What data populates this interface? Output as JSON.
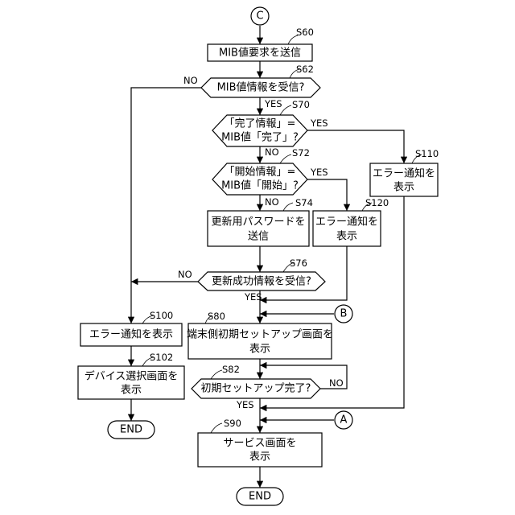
{
  "nodes": {
    "connector_c": "C",
    "connector_b": "B",
    "connector_a": "A",
    "s60": "MIB値要求を送信",
    "s62": "MIB値情報を受信?",
    "s70_line1": "「完了情報」=",
    "s70_line2": "MIB値「完了」?",
    "s72_line1": "「開始情報」=",
    "s72_line2": "MIB値「開始」?",
    "s74_line1": "更新用パスワードを",
    "s74_line2": "送信",
    "s76": "更新成功情報を受信?",
    "s80_line1": "端末側初期セットアップ画面を",
    "s80_line2": "表示",
    "s82": "初期セットアップ完了?",
    "s90_line1": "サービス画面を",
    "s90_line2": "表示",
    "s100": "エラー通知を表示",
    "s102_line1": "デバイス選択画面を",
    "s102_line2": "表示",
    "s110_line1": "エラー通知を",
    "s110_line2": "表示",
    "s120_line1": "エラー通知を",
    "s120_line2": "表示",
    "end_left": "END",
    "end_bottom": "END"
  },
  "steps": {
    "s60": "S60",
    "s62": "S62",
    "s70": "S70",
    "s72": "S72",
    "s74": "S74",
    "s76": "S76",
    "s80": "S80",
    "s82": "S82",
    "s90": "S90",
    "s100": "S100",
    "s102": "S102",
    "s110": "S110",
    "s120": "S120"
  },
  "branches": {
    "s62_no": "NO",
    "s62_yes": "YES",
    "s70_yes": "YES",
    "s70_no": "NO",
    "s72_yes": "YES",
    "s72_no": "NO",
    "s76_no": "NO",
    "s76_yes": "YES",
    "s82_no": "NO",
    "s82_yes": "YES"
  }
}
